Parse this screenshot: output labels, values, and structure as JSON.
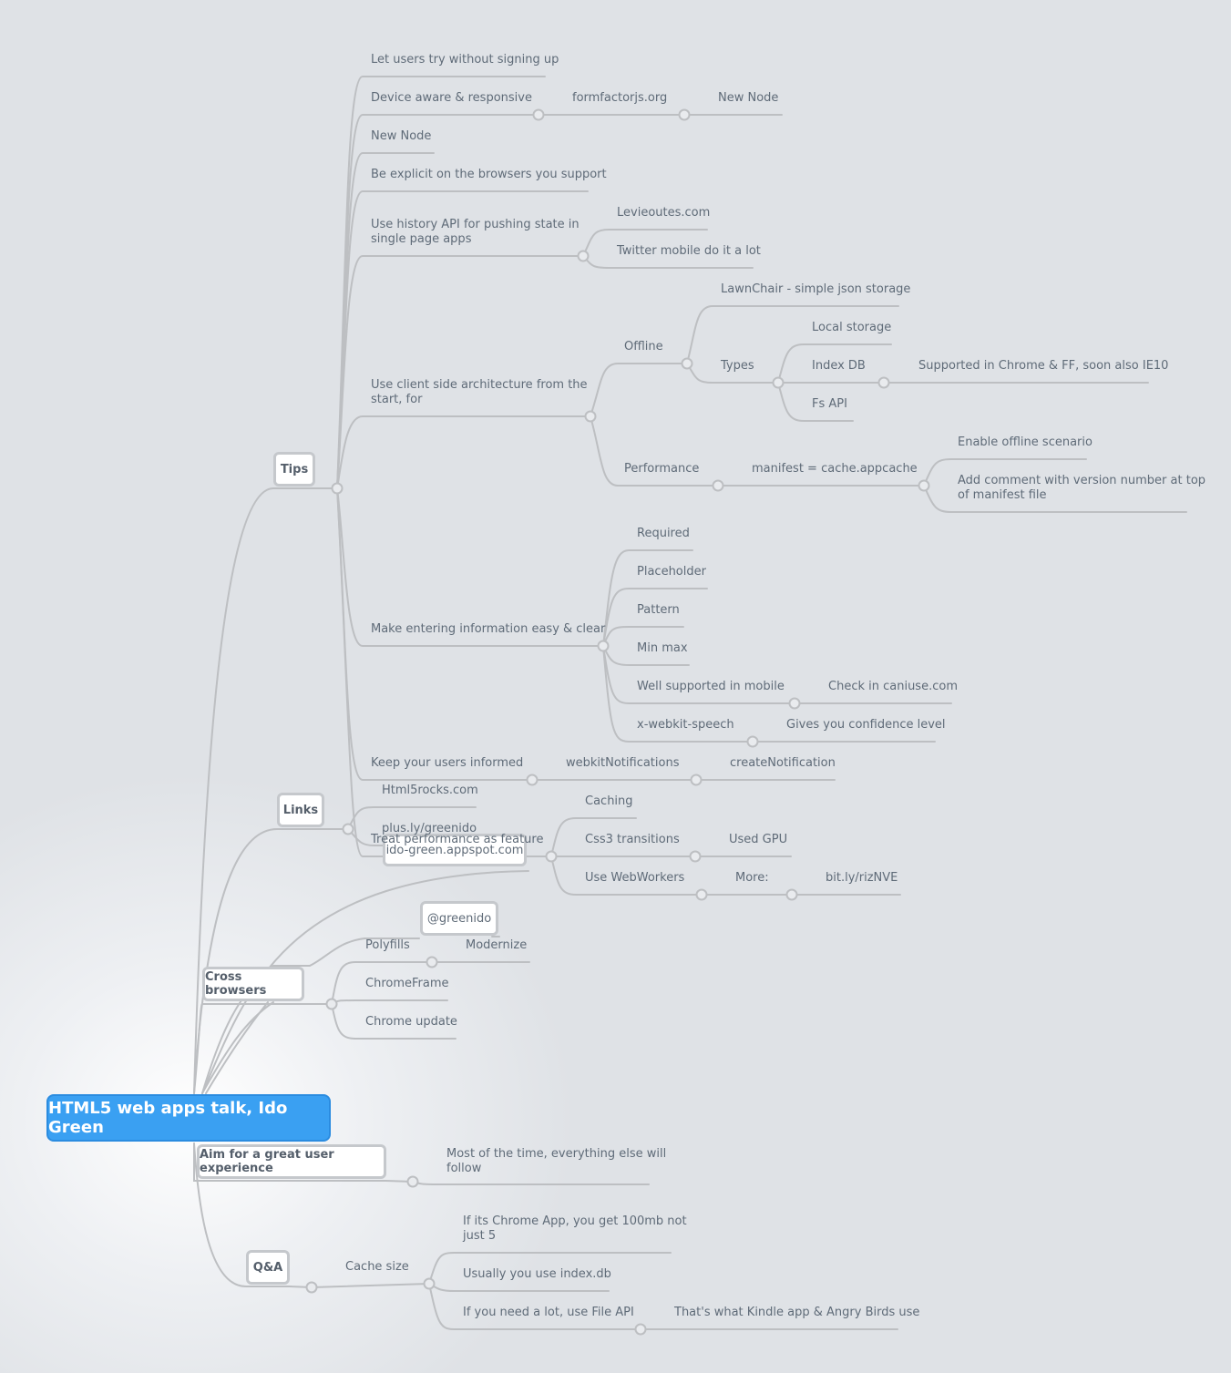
{
  "root": "HTML5 web apps talk, Ido Green",
  "branches": {
    "tips": "Tips",
    "links": "Links",
    "cross": "Cross browsers",
    "ux": "Aim for a great user experience",
    "qa": "Q&A"
  },
  "tips": {
    "try": "Let users try without signing up",
    "device": "Device aware & responsive",
    "formfactor": "formfactorjs.org",
    "newnode1": "New Node",
    "newnode2": "New Node",
    "explicit": "Be explicit on the browsers you support",
    "history": "Use history API for pushing state in\nsingle page apps",
    "levieoutes": "Levieoutes.com",
    "twitter": "Twitter mobile do it a lot",
    "client": "Use client side architecture from the\nstart, for",
    "offline": "Offline",
    "lawnchair": "LawnChair - simple json storage",
    "types": "Types",
    "local": "Local storage",
    "indexdb": "Index DB",
    "supported": "Supported in Chrome & FF, soon also IE10",
    "fsapi": "Fs API",
    "performance": "Performance",
    "manifest": "manifest = cache.appcache",
    "enable": "Enable offline scenario",
    "comment": "Add comment with version number at top\nof manifest file",
    "entering": "Make entering information easy & clear",
    "required": "Required",
    "placeholder": "Placeholder",
    "pattern": "Pattern",
    "minmax": "Min max",
    "wellsupported": "Well supported in mobile",
    "caniuse": "Check in caniuse.com",
    "xwebkit": "x-webkit-speech",
    "confidence": "Gives you confidence level",
    "informed": "Keep your users informed",
    "webkitnotif": "webkitNotifications",
    "createnotif": "createNotification",
    "perffeature": "Treat performance as feature",
    "caching": "Caching",
    "css3": "Css3 transitions",
    "gpu": "Used GPU",
    "webworkers": "Use WebWorkers",
    "more": "More:",
    "bitly": "bit.ly/rizNVE"
  },
  "links": {
    "html5rocks": "Html5rocks.com",
    "plus": "plus.ly/greenido",
    "appspot": "ido-green.appspot.com",
    "twitter": "@greenido"
  },
  "cross": {
    "polyfills": "Polyfills",
    "modernize": "Modernize",
    "chromeframe": "ChromeFrame",
    "chromeupdate": "Chrome update"
  },
  "ux": {
    "most": "Most of the time, everything else will\nfollow"
  },
  "qa": {
    "cache": "Cache size",
    "chromeapp": "If its Chrome App, you get 100mb not\njust 5",
    "indexdb": "Usually you use index.db",
    "fileapi": "If you need a lot, use File API",
    "kindle": "That's what Kindle app & Angry Birds use"
  },
  "colors": {
    "line": "#bdbfc2",
    "root_fill": "#3aa0f2",
    "text": "#5f6b78",
    "box_border": "#c5c8cc"
  }
}
